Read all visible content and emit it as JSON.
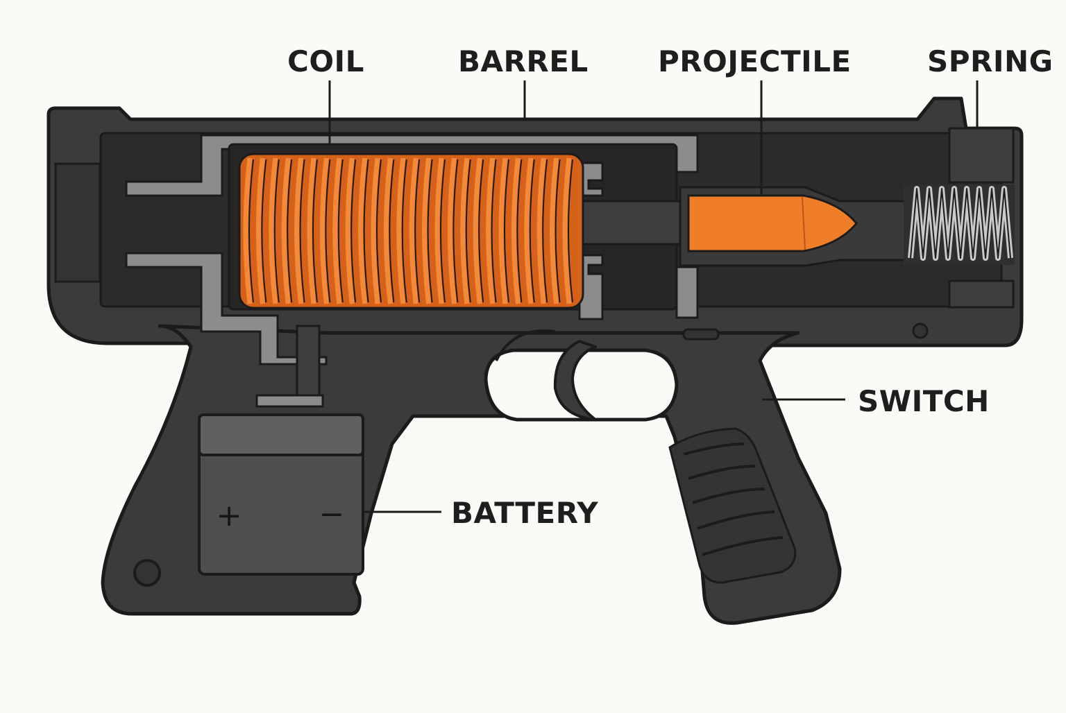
{
  "diagram": {
    "labels": {
      "coil": "COIL",
      "barrel": "BARREL",
      "projectile": "PROJECTILE",
      "spring": "SPRING",
      "switch": "SWITCH",
      "battery": "BATTERY"
    },
    "battery_terminals": {
      "positive": "+",
      "negative": "−"
    }
  },
  "colors": {
    "background": "#fbfaf7",
    "body_outline": "#1b1b1b",
    "body_dark": "#2e2e2e",
    "body_mid": "#3d3d3d",
    "metal_light": "#8a8a8a",
    "coil_orange": "#ee7320",
    "projectile_orange": "#f07d28",
    "battery_gray": "#5a5a5a",
    "text": "#1e1e1e"
  },
  "icons": [
    "coil-winding",
    "projectile-bullet",
    "compression-spring",
    "battery-cell",
    "trigger"
  ]
}
